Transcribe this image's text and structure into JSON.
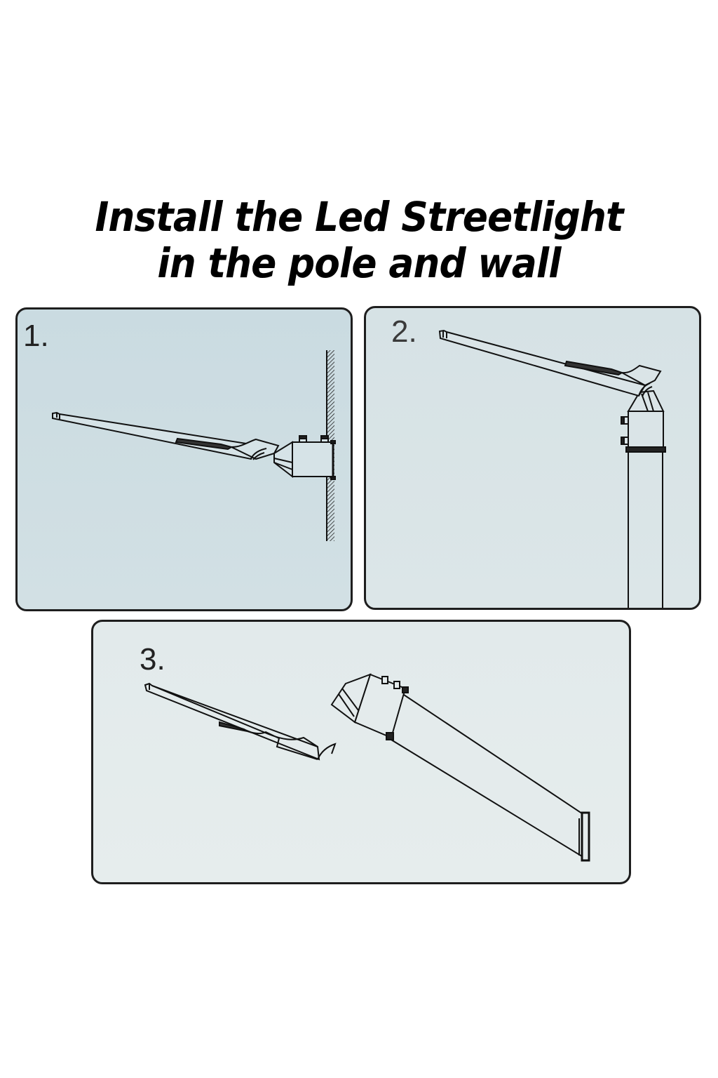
{
  "title": {
    "line1": "Install the Led Streetlight",
    "line2": "in the pole and wall"
  },
  "panels": [
    {
      "step_label": "1.",
      "illustration": "streetlight-wall-mount-icon",
      "background": "#cedde3"
    },
    {
      "step_label": "2.",
      "illustration": "streetlight-pole-top-mount-icon",
      "background": "#d8e3e6"
    },
    {
      "step_label": "3.",
      "illustration": "streetlight-side-arm-mount-icon",
      "background": "#e3ebec"
    }
  ],
  "colors": {
    "border": "#1e1e1e",
    "line": "#111111",
    "page_background": "#ffffff"
  }
}
